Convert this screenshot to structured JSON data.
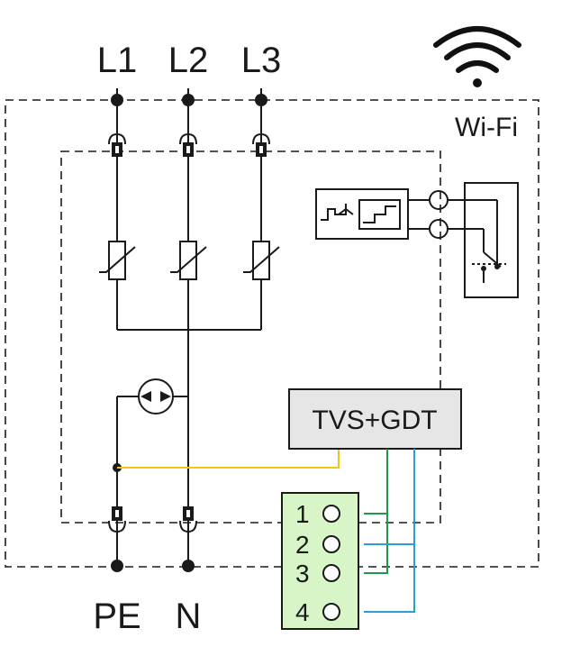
{
  "inputs": {
    "l1": "L1",
    "l2": "L2",
    "l3": "L3"
  },
  "outputs": {
    "pe": "PE",
    "n": "N"
  },
  "wifi_label": "Wi-Fi",
  "protection_box": "TVS+GDT",
  "terminals": [
    "1",
    "2",
    "3",
    "4"
  ],
  "wire_colors": {
    "yellow": "#f5c518",
    "green": "#1e9a4a",
    "blue": "#2a9fd0",
    "terminal_fill": "#d8f5c8",
    "box_fill": "#e6e6e6"
  }
}
